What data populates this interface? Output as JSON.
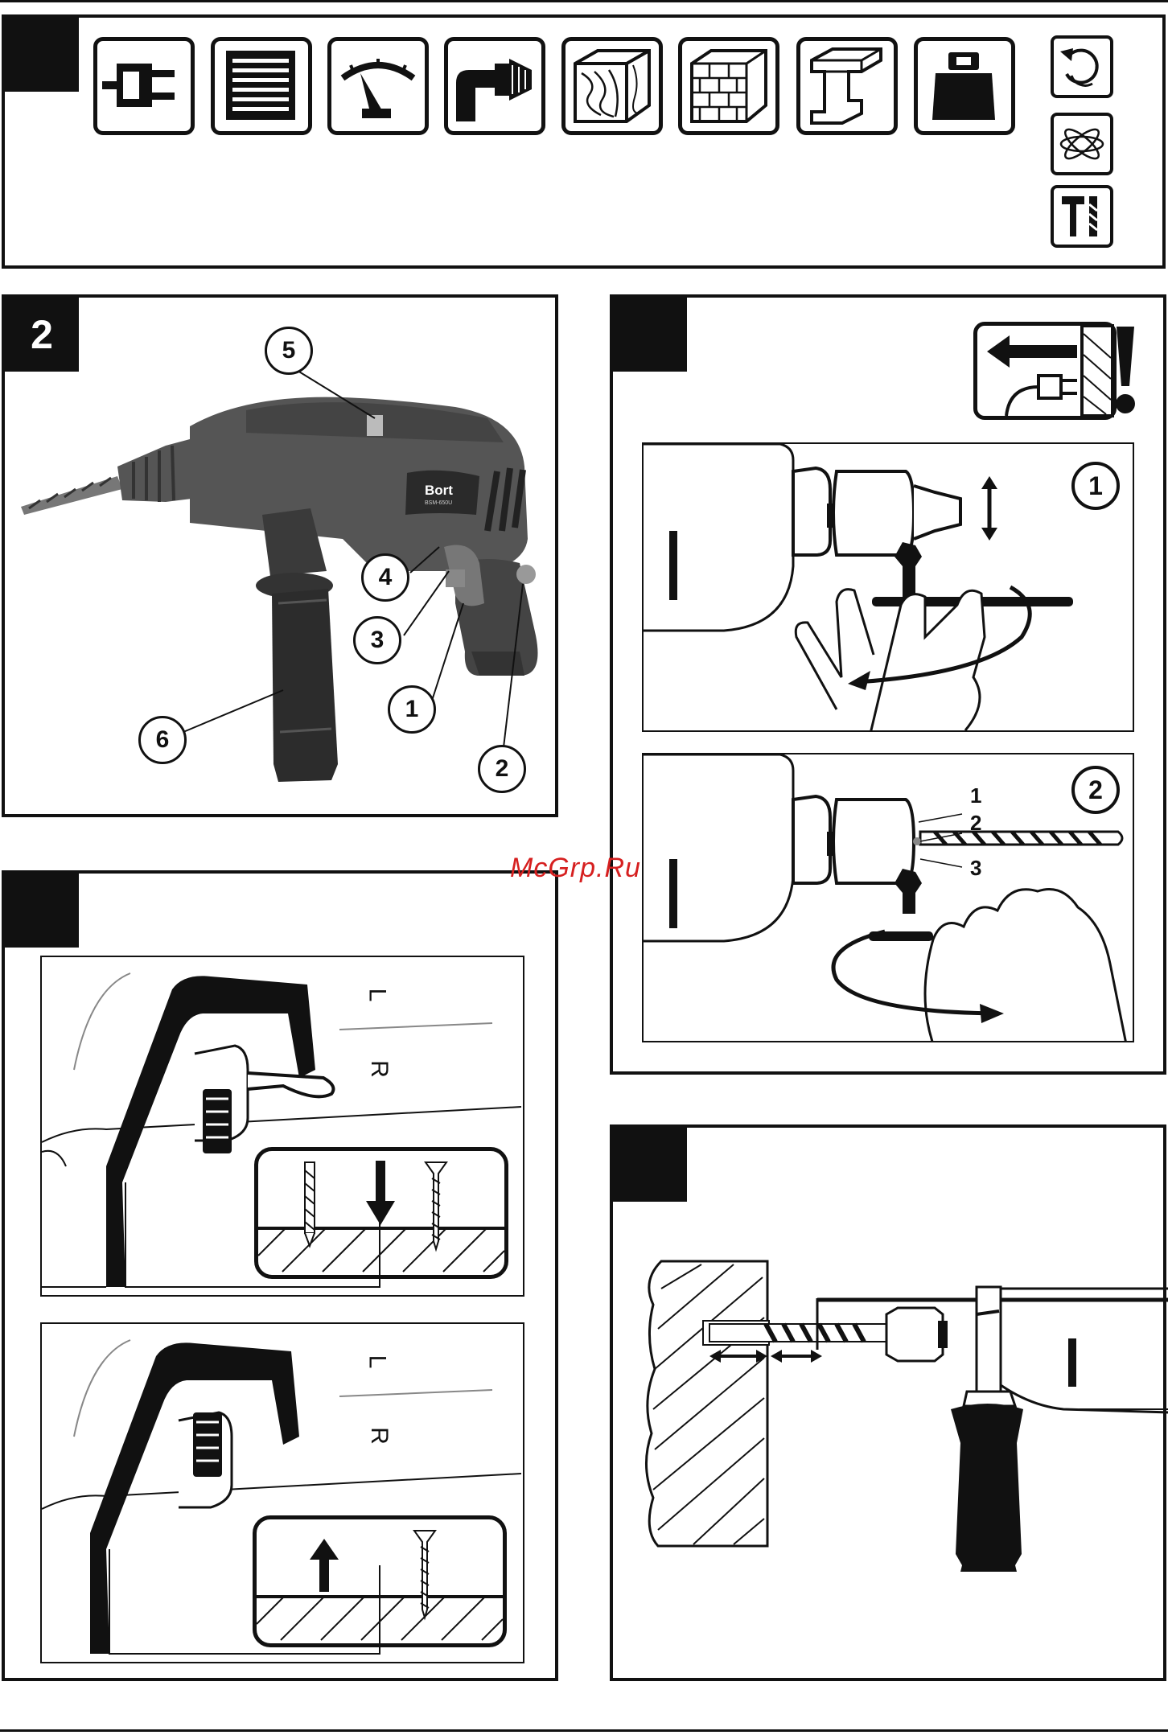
{
  "panel1": {
    "icons": [
      "power-plug-icon",
      "motor-coil-icon",
      "speed-gauge-icon",
      "drill-chuck-icon",
      "wood-icon",
      "brick-icon",
      "steel-beam-icon",
      "weight-icon"
    ],
    "side_icons": [
      "reverse-rotation-icon",
      "variable-speed-icon",
      "hammer-drill-mode-icon"
    ]
  },
  "panel2": {
    "number": "2",
    "brand": "Bort",
    "model": "BSM-650U",
    "callouts": [
      "1",
      "2",
      "3",
      "4",
      "5",
      "6"
    ]
  },
  "panel3": {
    "step1": "1",
    "step2": "2",
    "labels": [
      "1",
      "2",
      "3"
    ]
  },
  "panel4": {
    "top": {
      "L": "L",
      "R": "R"
    },
    "bottom": {
      "L": "L",
      "R": "R"
    }
  },
  "watermark": "McGrp.Ru"
}
